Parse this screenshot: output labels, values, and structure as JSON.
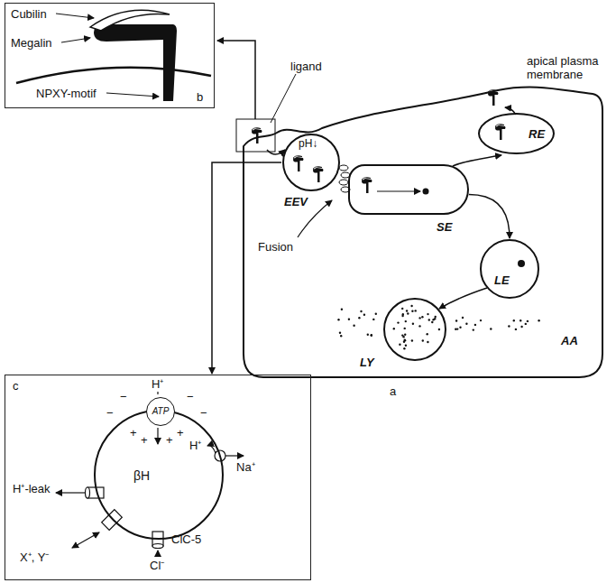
{
  "diagram": {
    "nodes": [
      {
        "text": [
          "b"
        ]
      },
      {
        "text": [
          "a"
        ]
      },
      {
        "text": [
          "EEV"
        ],
        "in": 1
      },
      {
        "text": [
          "SE"
        ],
        "in": 1
      },
      {
        "text": [
          "RE"
        ],
        "in": 1
      },
      {
        "text": [
          "LE"
        ],
        "in": 1
      },
      {
        "text": [
          "LY"
        ],
        "in": 1
      },
      {
        "text": [
          "c"
        ]
      },
      {
        "text": [
          "βH"
        ],
        "in": 7
      },
      {
        "text": [
          "ATP"
        ],
        "in": 8
      }
    ],
    "edges": [
      {
        "from": 3,
        "to": 4,
        "arrow": "to"
      },
      {
        "from": 3,
        "to": 5,
        "arrow": "to"
      },
      {
        "from": 5,
        "to": 6,
        "arrow": "to"
      },
      {
        "from": 2,
        "to": 7,
        "arrow": "to"
      }
    ],
    "labels": [
      "Cubilin",
      "Megalin",
      "NPXY-motif",
      "ligand",
      "apical plasma membrane",
      "pH↓",
      "Fusion",
      "AA",
      "H⁺",
      "−",
      "−",
      "−",
      "−",
      "+",
      "+",
      "+",
      "+",
      "H⁺-leak",
      "X⁺, Y⁻",
      "ClC-5",
      "Cl⁻",
      "H⁺",
      "Na⁺"
    ]
  }
}
